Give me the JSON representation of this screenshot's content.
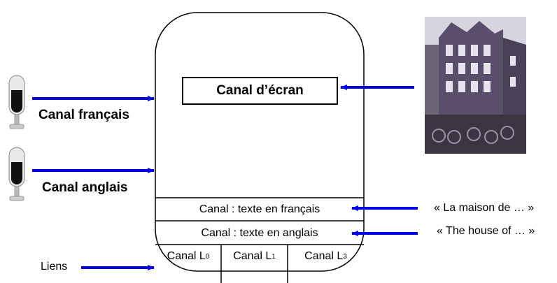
{
  "channels": {
    "french_audio": "Canal français",
    "english_audio": "Canal anglais",
    "screen": "Canal d’écran",
    "text_fr": "Canal : texte en français",
    "text_en": "Canal : texte en anglais"
  },
  "link_channels": [
    {
      "prefix": "Canal L",
      "index": "0"
    },
    {
      "prefix": "Canal L",
      "index": "1"
    },
    {
      "prefix": "Canal L",
      "index": "3"
    }
  ],
  "quotes": {
    "french": "« La maison de … »",
    "english": "« The house of … »"
  },
  "links_label": "Liens",
  "colors": {
    "arrow": "#0000e6",
    "outline": "#000000"
  },
  "icons": [
    "microphone-icon",
    "microphone-icon",
    "house-photo"
  ]
}
